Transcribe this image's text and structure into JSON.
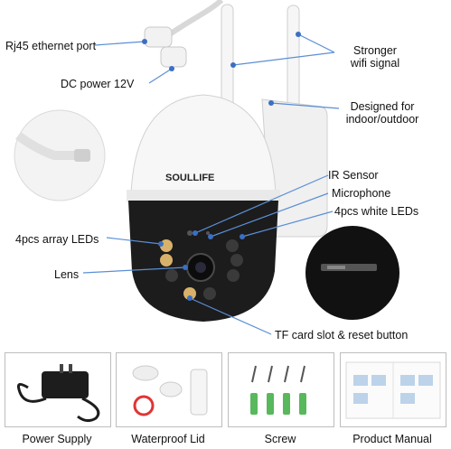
{
  "brand": "SOULLIFE",
  "callouts": {
    "rj45": "Rj45 ethernet port",
    "dc_power": "DC power 12V",
    "wifi_line1": "Stronger",
    "wifi_line2": "wifi signal",
    "indoor_line1": "Designed for",
    "indoor_line2": "indoor/outdoor",
    "ir_sensor": "IR Sensor",
    "microphone": "Microphone",
    "white_leds": "4pcs white LEDs",
    "array_leds": "4pcs array LEDs",
    "lens": "Lens",
    "tf_card": "TF card slot & reset button"
  },
  "package": [
    {
      "label": "Power Supply"
    },
    {
      "label": "Waterproof Lid"
    },
    {
      "label": "Screw"
    },
    {
      "label": "Product Manual"
    }
  ],
  "colors": {
    "callout_line": "#5b8fd6",
    "dot": "#3a6fc4",
    "camera_white": "#f4f4f4",
    "camera_black": "#1a1a1a",
    "anchor_green": "#58b85c",
    "seal_red": "#e03434"
  }
}
